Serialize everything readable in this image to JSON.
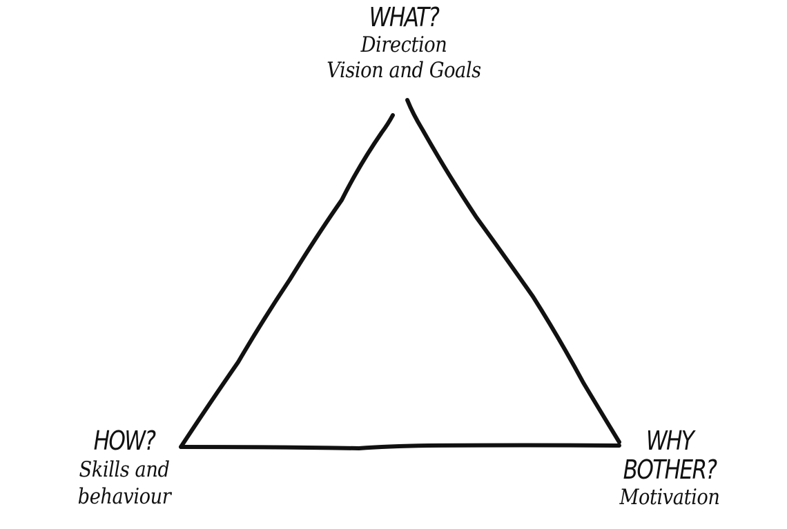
{
  "diagram": {
    "stroke_color": "#111111",
    "background_color": "#ffffff",
    "top": {
      "heading": "WHAT?",
      "line1": "Direction",
      "line2": "Vision and Goals"
    },
    "left": {
      "heading": "HOW?",
      "line1": "Skills and",
      "line2": "behaviour"
    },
    "right": {
      "heading_line1": "WHY",
      "heading_line2": "BOTHER?",
      "line1": "Motivation"
    }
  }
}
